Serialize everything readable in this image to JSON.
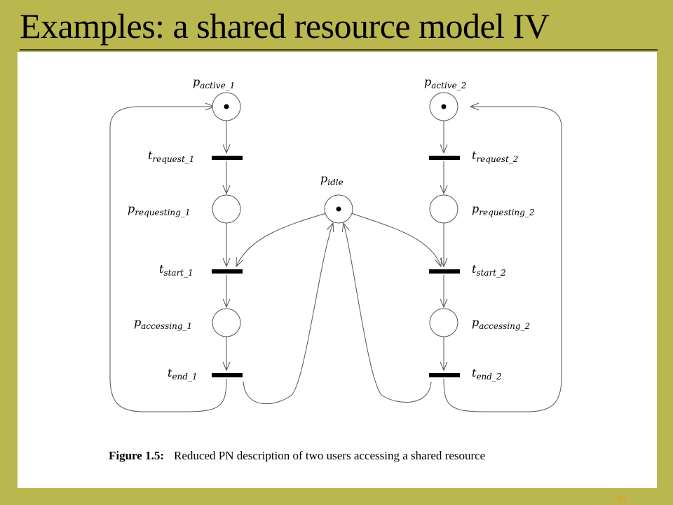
{
  "slide": {
    "title": "Examples: a shared resource model IV",
    "page_number": "31"
  },
  "figure": {
    "caption_label": "Figure 1.5:",
    "caption_text": "Reduced PN description of two users accessing a shared resource"
  },
  "places": {
    "active_1": {
      "main": "p",
      "sub": "active_1",
      "tokens": 1
    },
    "requesting_1": {
      "main": "p",
      "sub": "requesting_1",
      "tokens": 0
    },
    "accessing_1": {
      "main": "p",
      "sub": "accessing_1",
      "tokens": 0
    },
    "idle": {
      "main": "p",
      "sub": "idle",
      "tokens": 1
    },
    "active_2": {
      "main": "p",
      "sub": "active_2",
      "tokens": 1
    },
    "requesting_2": {
      "main": "p",
      "sub": "requesting_2",
      "tokens": 0
    },
    "accessing_2": {
      "main": "p",
      "sub": "accessing_2",
      "tokens": 0
    }
  },
  "transitions": {
    "request_1": {
      "main": "t",
      "sub": "request_1"
    },
    "start_1": {
      "main": "t",
      "sub": "start_1"
    },
    "end_1": {
      "main": "t",
      "sub": "end_1"
    },
    "request_2": {
      "main": "t",
      "sub": "request_2"
    },
    "start_2": {
      "main": "t",
      "sub": "start_2"
    },
    "end_2": {
      "main": "t",
      "sub": "end_2"
    }
  },
  "colors": {
    "slide_background": "#bab74e",
    "panel": "#ffffff",
    "ink": "#000000",
    "arc": "#555555",
    "page_number": "#e89a2c"
  }
}
